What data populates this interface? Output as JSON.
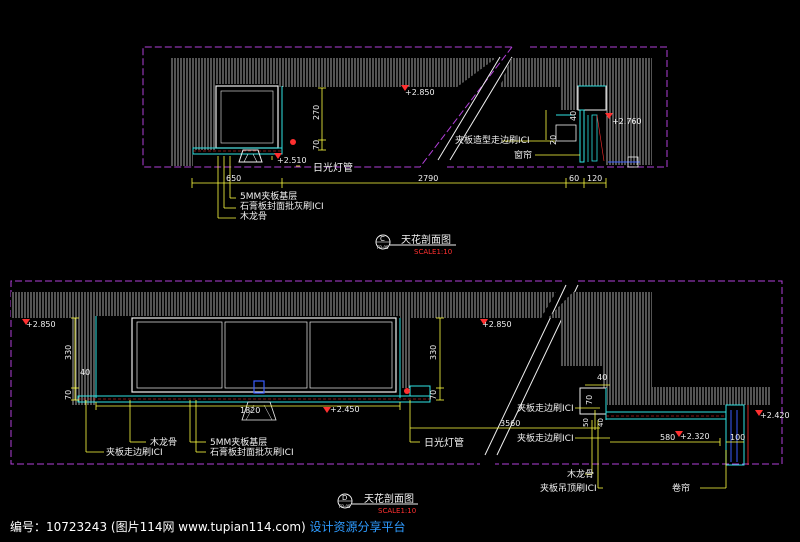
{
  "colors": {
    "bg": "#000000",
    "yellow": "#ffff40",
    "red": "#ff3030",
    "purple": "#b13fd8",
    "cyan": "#2fe4e4",
    "white": "#f0f0f0",
    "hatch": "#a9a9a9",
    "blue": "#3a5dff",
    "footer_link": "#2e9bff"
  },
  "section_c": {
    "title": "天花剖面图",
    "scale": "SCALE1:10",
    "marker_letter": "C",
    "marker_sheet": "FB-05",
    "elev_top": "+2.850",
    "elev_right": "+2.760",
    "elev_lamp": "+2.510",
    "lamp_label": "日光灯管",
    "dim_270": "270",
    "dim_70": "70",
    "dim_40": "40",
    "dim_20": "20",
    "right_callout_1": "夹板造型走边刷ICI",
    "right_callout_2": "窗帘",
    "dim_650": "650",
    "dim_2790": "2790",
    "dim_60": "60",
    "dim_120": "120",
    "note_1": "5MM夹板基层",
    "note_2": "石膏板封面批灰刷ICI",
    "note_3": "木龙骨"
  },
  "section_d": {
    "title": "天花剖面图",
    "scale": "SCALE1:10",
    "marker_letter": "D",
    "marker_sheet": "FB-05",
    "elev_left": "+2.850",
    "elev_mid": "+2.850",
    "elev_lamp": "+2.450",
    "elev_right_low": "+2.320",
    "elev_right_end": "+2.420",
    "dim_330_left": "330",
    "dim_330_mid": "330",
    "dim_40_left": "40",
    "dim_70_left": "70",
    "dim_70_mid": "70",
    "dim_1820": "1820",
    "dim_3560": "3560",
    "dim_580": "580",
    "dim_100": "100",
    "dim_40_right": "40",
    "dim_70_right": "70",
    "dim_50_right": "50",
    "dim_40b_right": "40",
    "lamp_label": "日光灯管",
    "left_note_1": "木龙骨",
    "left_note_2": "夹板走边刷ICI",
    "mid_note_1": "5MM夹板基层",
    "mid_note_2": "石膏板封面批灰刷ICI",
    "right_note_1": "夹板走边刷ICI",
    "right_note_2": "夹板走边刷ICI",
    "right_note_3": "木龙骨",
    "right_note_4": "夹板吊顶刷ICI",
    "curtain_label": "卷帘"
  },
  "footer": {
    "text": "编号：10723243 (图片114网 www.tupian114.com)",
    "link": "设计资源分享平台"
  }
}
